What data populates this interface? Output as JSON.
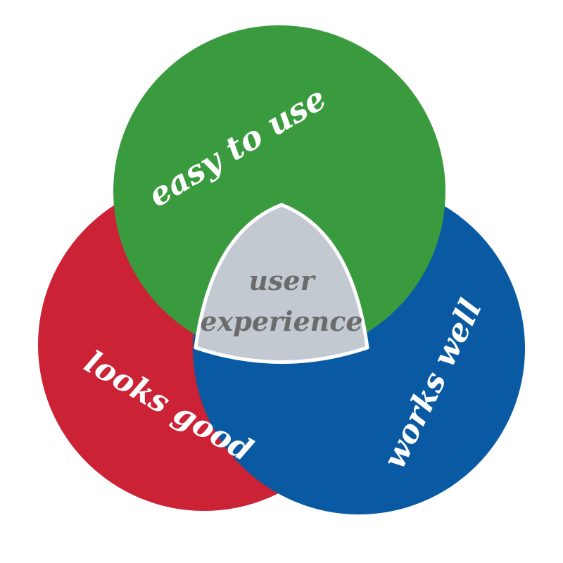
{
  "diagram": {
    "circles": {
      "top": {
        "label": "easy to use",
        "color": "#3a9a3e"
      },
      "left": {
        "label": "looks good",
        "color": "#cc2235"
      },
      "right": {
        "label": "works well",
        "color": "#0a5aa3"
      }
    },
    "center": {
      "line1": "user",
      "line2": "experience",
      "color": "#c2c9d1",
      "text_color": "#6b6b6b",
      "border_color": "#ffffff"
    }
  }
}
